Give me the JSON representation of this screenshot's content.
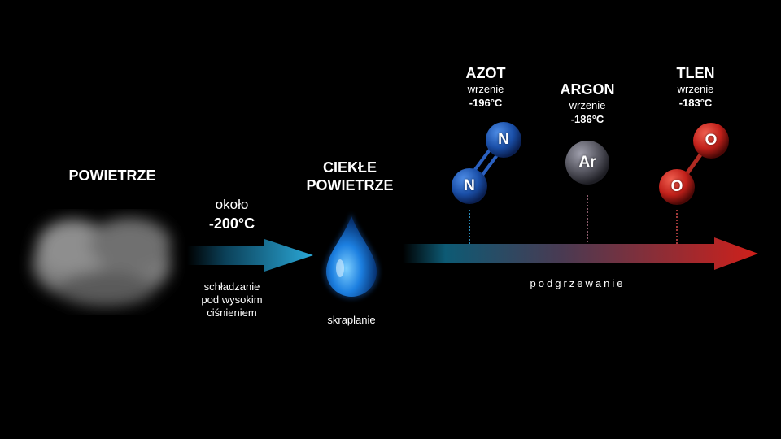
{
  "title_left": "POWIETRZE",
  "cooling": {
    "label_top": "około",
    "temperature": "-200°C",
    "description": [
      "schładzanie",
      "pod wysokim",
      "ciśnieniem"
    ]
  },
  "liquid_air": {
    "title": [
      "CIEKŁE",
      "POWIETRZE"
    ],
    "caption": "skraplanie"
  },
  "heating_label": "podgrzewanie",
  "components": [
    {
      "name": "AZOT",
      "boiling_label": "wrzenie",
      "boiling_point": "-196°C",
      "symbols": [
        "N",
        "N"
      ],
      "color": "#1a4fa8"
    },
    {
      "name": "ARGON",
      "boiling_label": "wrzenie",
      "boiling_point": "-186°C",
      "symbols": [
        "Ar"
      ],
      "color": "#55555f"
    },
    {
      "name": "TLEN",
      "boiling_label": "wrzenie",
      "boiling_point": "-183°C",
      "symbols": [
        "O",
        "O"
      ],
      "color": "#c0201a"
    }
  ],
  "colors": {
    "cold": "#2aa8d8",
    "hot": "#d0201a"
  }
}
